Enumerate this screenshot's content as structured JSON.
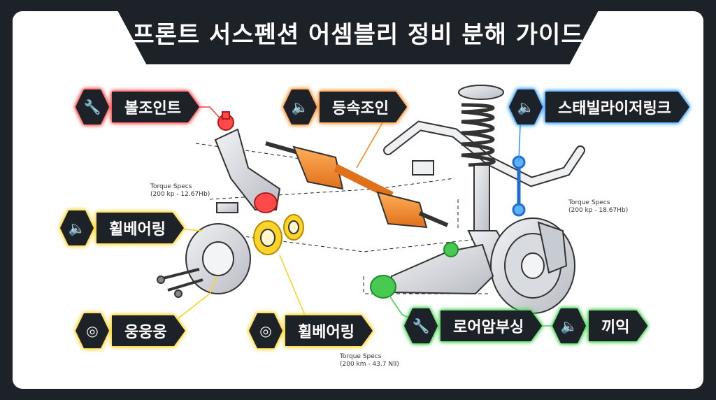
{
  "title": "프론트 서스펜션 어셈블리 정비 분해 가이드",
  "labels": {
    "ball_joint": {
      "text": "볼조인트",
      "icon": "wrench-icon",
      "color": "#ff3b3b"
    },
    "cv_joint": {
      "text": "등속조인",
      "icon": "speaker-icon",
      "color": "#ff8a1c"
    },
    "stabilizer_link": {
      "text": "스태빌라이저링크",
      "icon": "speaker-icon",
      "color": "#2e9bff"
    },
    "wheel_bearing_1": {
      "text": "휠베어링",
      "icon": "speaker-icon",
      "color": "#ffd21c"
    },
    "hum": {
      "text": "웅웅웅",
      "icon": "vibration-icon",
      "color": "#ffd21c"
    },
    "wheel_bearing_2": {
      "text": "휠베어링",
      "icon": "vibration-icon",
      "color": "#ffd21c"
    },
    "lower_arm_bushing": {
      "text": "로어암부싱",
      "icon": "wrench-icon",
      "color": "#3fd34a"
    },
    "squeak": {
      "text": "끼익",
      "icon": "speaker-icon",
      "color": "#3fd34a"
    }
  },
  "torque_specs": {
    "upper_left": {
      "heading": "Torque Specs",
      "value": "(200 kp - 12.67Hb)"
    },
    "right": {
      "heading": "Torque Specs",
      "value": "(200 kp - 18.67Hb)"
    },
    "bottom": {
      "heading": "Torque Specs",
      "value": "(200 km - 43.7 NlI)"
    }
  }
}
